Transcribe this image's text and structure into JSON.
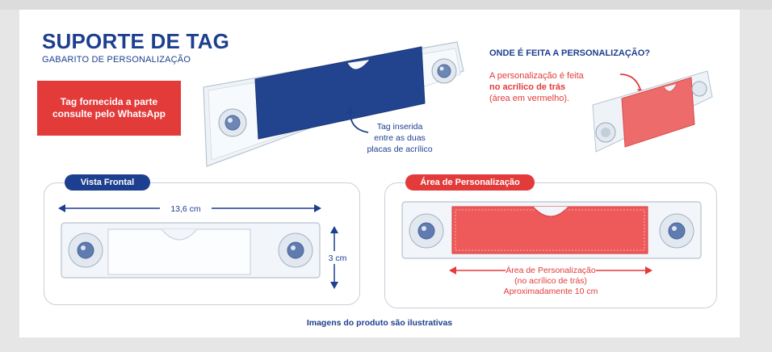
{
  "header": {
    "title": "SUPORTE DE TAG",
    "subtitle": "GABARITO DE PERSONALIZAÇÃO"
  },
  "notice": {
    "line1": "Tag fornecida a parte",
    "line2": "consulte pelo WhatsApp"
  },
  "tag_note": {
    "line1": "Tag inserida",
    "line2": "entre as duas",
    "line3": "placas de acrílico"
  },
  "where": {
    "title": "ONDE É FEITA A PERSONALIZAÇÃO?",
    "line1": "A personalização é feita",
    "line2": "no acrílico de trás",
    "line3": "(área em vermelho)."
  },
  "front_view": {
    "label": "Vista Frontal",
    "width_label": "13,6 cm",
    "height_label": "3 cm"
  },
  "perso_area": {
    "label": "Área de Personalização",
    "line1": "Área de Personalização",
    "line2": "(no acrílico de trás)",
    "line3": "Aproximadamente 10 cm"
  },
  "footer": {
    "disclaimer": "Imagens do produto são ilustrativas"
  },
  "colors": {
    "brand_blue": "#1d3f8f",
    "accent_red": "#e33a3a"
  }
}
